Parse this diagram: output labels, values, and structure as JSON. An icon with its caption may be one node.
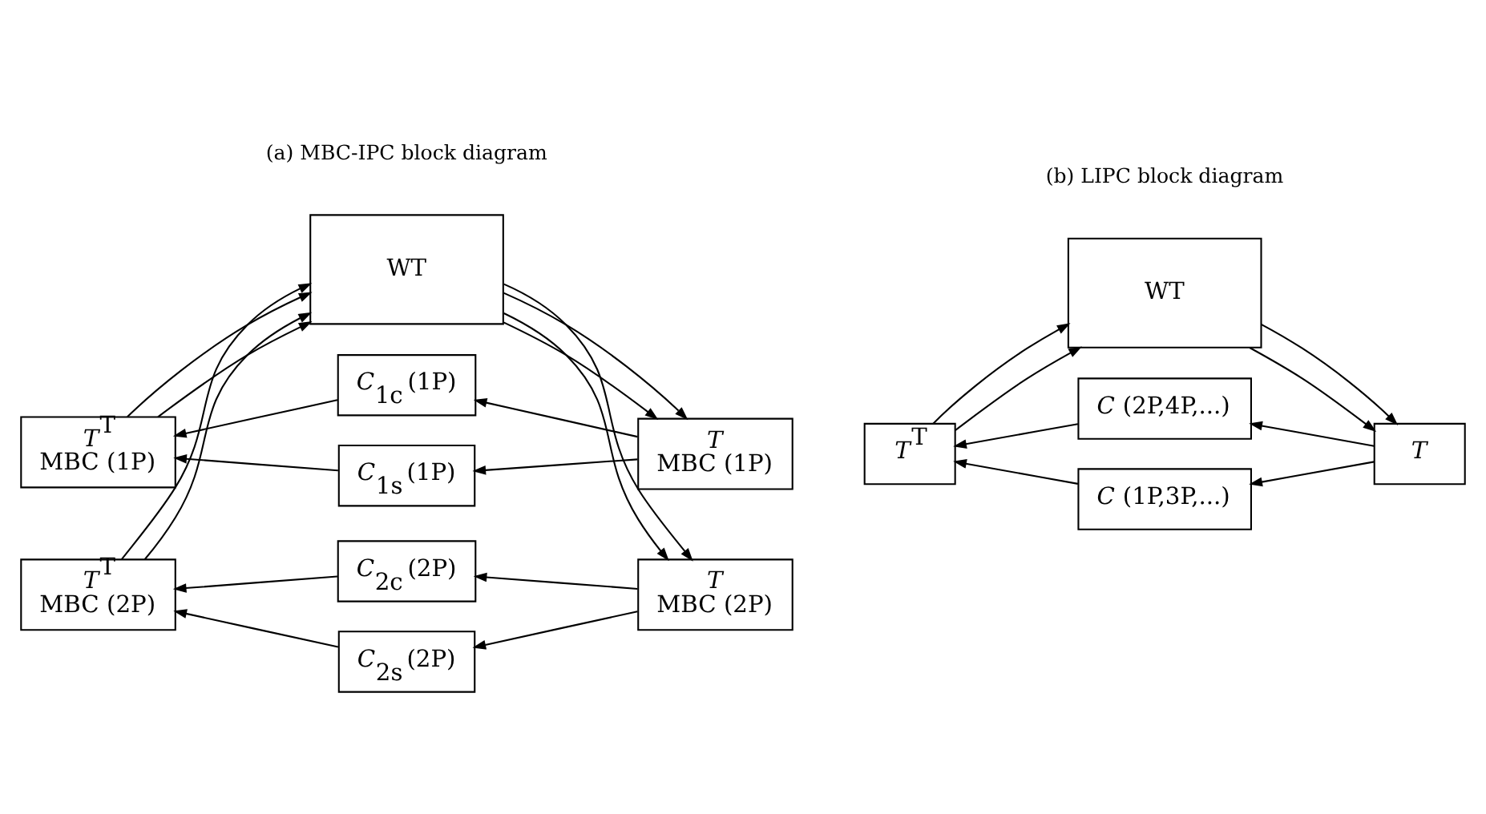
{
  "diagram": {
    "nodes": [
      {
        "text": [
          "WT"
        ]
      },
      {
        "text": [
          "*T*$^{T}$",
          "MBC (1P)"
        ]
      },
      {
        "text": [
          "*C*$_{1c}$ (1P)"
        ]
      },
      {
        "text": [
          "*C*$_{1s}$ (1P)"
        ]
      },
      {
        "text": [
          "*T*",
          "MBC (1P)"
        ]
      },
      {
        "text": [
          "*T*$^{T}$",
          "MBC (2P)"
        ]
      },
      {
        "text": [
          "*C*$_{2c}$ (2P)"
        ]
      },
      {
        "text": [
          "*C*$_{2s}$ (2P)"
        ]
      },
      {
        "text": [
          "*T*",
          "MBC (2P)"
        ]
      },
      {
        "text": [
          "WT"
        ]
      },
      {
        "text": [
          "*T*$^{T}$"
        ]
      },
      {
        "text": [
          "*C* (2P,4P,...)"
        ]
      },
      {
        "text": [
          "*C* (1P,3P,...)"
        ]
      },
      {
        "text": [
          "*T*"
        ]
      }
    ],
    "edges": [
      {
        "from": 0,
        "to": 4,
        "arrow": "to"
      },
      {
        "from": 0,
        "to": 4,
        "arrow": "to"
      },
      {
        "from": 0,
        "to": 8,
        "arrow": "to"
      },
      {
        "from": 0,
        "to": 8,
        "arrow": "to"
      },
      {
        "from": 4,
        "to": 2,
        "arrow": "to"
      },
      {
        "from": 4,
        "to": 3,
        "arrow": "to"
      },
      {
        "from": 2,
        "to": 1,
        "arrow": "to"
      },
      {
        "from": 3,
        "to": 1,
        "arrow": "to"
      },
      {
        "from": 8,
        "to": 6,
        "arrow": "to"
      },
      {
        "from": 8,
        "to": 7,
        "arrow": "to"
      },
      {
        "from": 6,
        "to": 5,
        "arrow": "to"
      },
      {
        "from": 7,
        "to": 5,
        "arrow": "to"
      },
      {
        "from": 1,
        "to": 0,
        "arrow": "to"
      },
      {
        "from": 1,
        "to": 0,
        "arrow": "to"
      },
      {
        "from": 5,
        "to": 0,
        "arrow": "to"
      },
      {
        "from": 5,
        "to": 0,
        "arrow": "to"
      },
      {
        "from": 9,
        "to": 13,
        "arrow": "to"
      },
      {
        "from": 9,
        "to": 13,
        "arrow": "to"
      },
      {
        "from": 13,
        "to": 11,
        "arrow": "to"
      },
      {
        "from": 13,
        "to": 12,
        "arrow": "to"
      },
      {
        "from": 11,
        "to": 10,
        "arrow": "to"
      },
      {
        "from": 12,
        "to": 10,
        "arrow": "to"
      },
      {
        "from": 10,
        "to": 9,
        "arrow": "to"
      },
      {
        "from": 10,
        "to": 9,
        "arrow": "to"
      }
    ],
    "labels": [
      "(a) MBC-IPC block diagram",
      "(b) LIPC block diagram"
    ]
  }
}
